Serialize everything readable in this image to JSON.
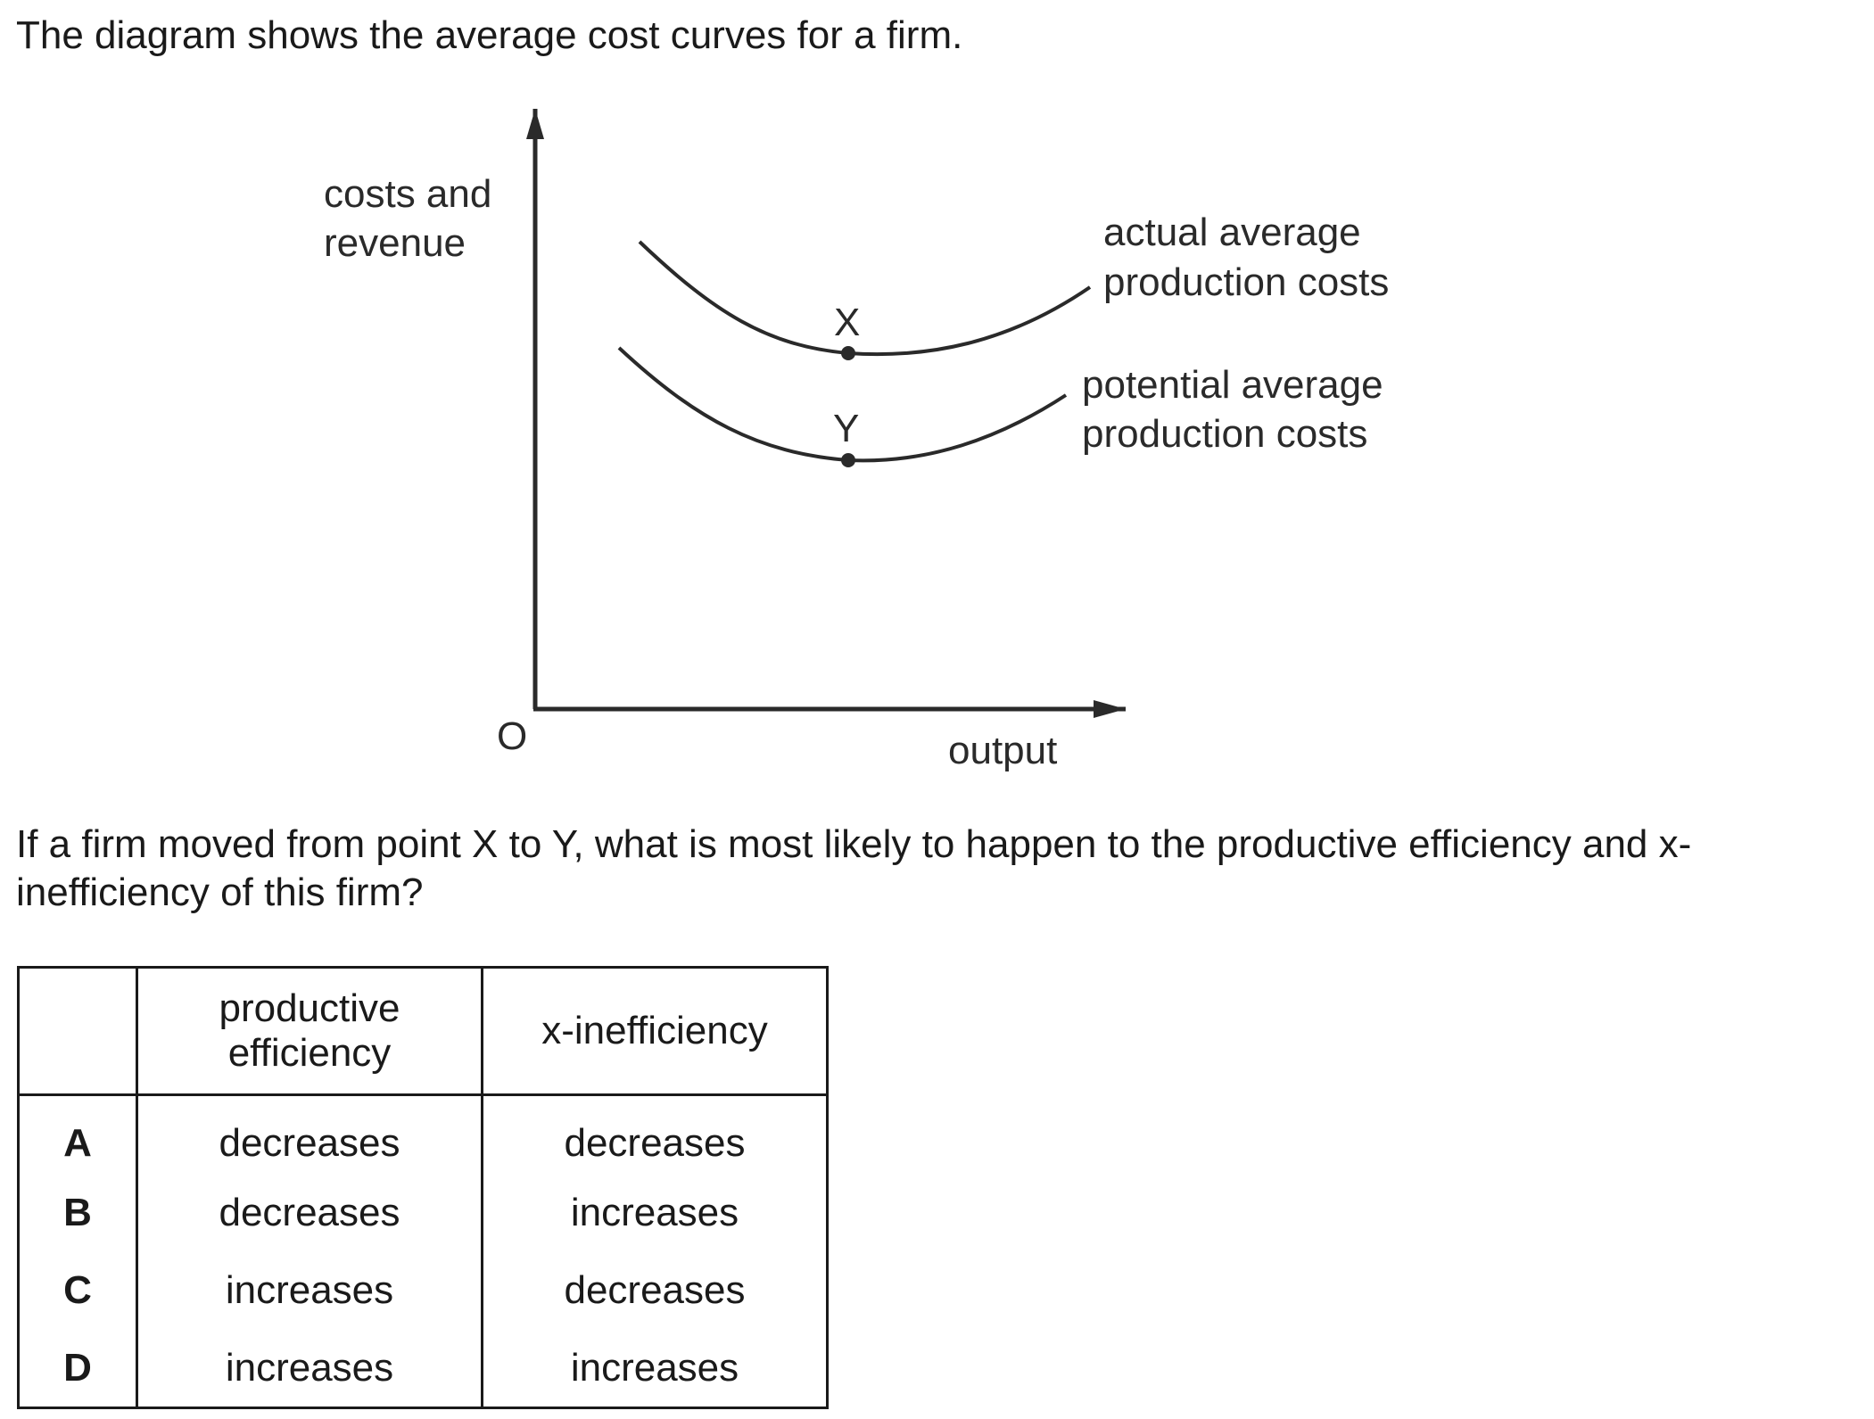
{
  "intro_text": "The diagram shows the average cost curves for a firm.",
  "diagram": {
    "y_axis_label_line1": "costs and",
    "y_axis_label_line2": "revenue",
    "x_axis_label": "output",
    "origin_label": "O",
    "curve_upper_label_line1": "actual average",
    "curve_upper_label_line2": "production costs",
    "curve_lower_label_line1": "potential average",
    "curve_lower_label_line2": "production costs",
    "point_upper_label": "X",
    "point_lower_label": "Y",
    "line_color": "#2a2a2a"
  },
  "question_text": "If a firm moved from point X to Y, what is most likely to happen to the productive efficiency and x-inefficiency of this firm?",
  "table": {
    "headers": [
      "",
      "productive efficiency",
      "x-inefficiency"
    ],
    "rows": [
      {
        "option": "A",
        "productive_efficiency": "decreases",
        "x_inefficiency": "decreases"
      },
      {
        "option": "B",
        "productive_efficiency": "decreases",
        "x_inefficiency": "increases"
      },
      {
        "option": "C",
        "productive_efficiency": "increases",
        "x_inefficiency": "decreases"
      },
      {
        "option": "D",
        "productive_efficiency": "increases",
        "x_inefficiency": "increases"
      }
    ]
  }
}
